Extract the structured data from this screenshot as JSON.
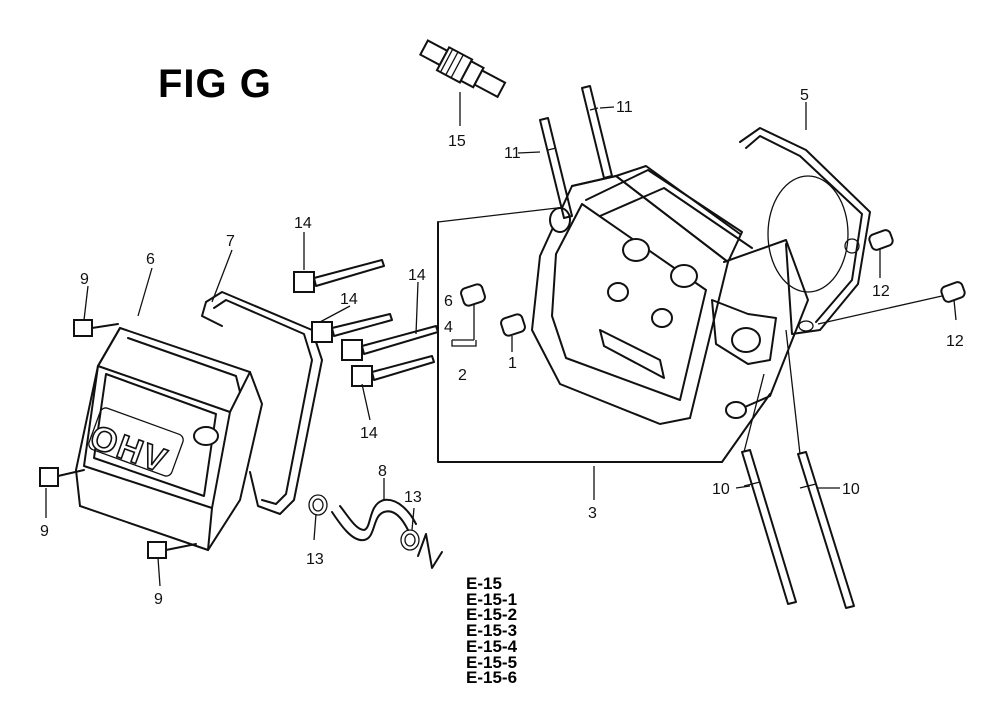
{
  "title": "FIG G",
  "callouts": {
    "c1": "1",
    "c2": "2",
    "c3": "3",
    "c4": "4",
    "c5": "5",
    "c6": "6",
    "c7": "7",
    "c8": "8",
    "c9a": "9",
    "c9b": "9",
    "c9c": "9",
    "c10a": "10",
    "c10b": "10",
    "c11a": "11",
    "c11b": "11",
    "c12a": "12",
    "c12b": "12",
    "c13a": "13",
    "c13b": "13",
    "c14a": "14",
    "c14b": "14",
    "c14c": "14",
    "c14d": "14",
    "c15": "15"
  },
  "cover_marking": "OHV",
  "reference_codes": [
    "E-15",
    "E-15-1",
    "E-15-2",
    "E-15-3",
    "E-15-4",
    "E-15-5",
    "E-15-6"
  ]
}
